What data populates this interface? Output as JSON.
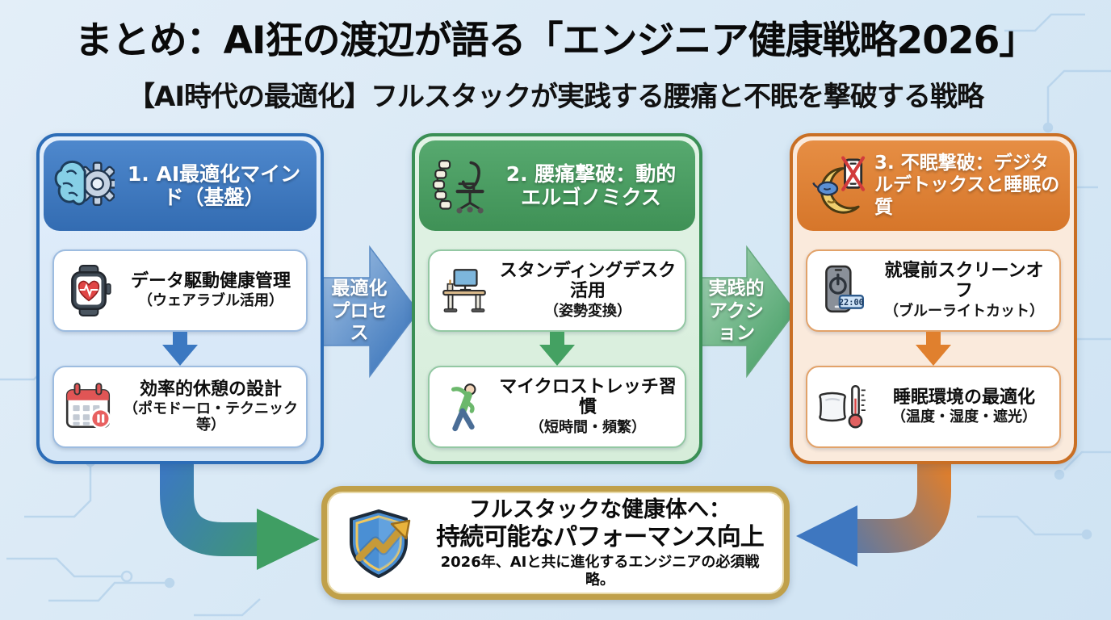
{
  "header": {
    "title": "まとめ：AI狂の渡辺が語る「エンジニア健康戦略2026」",
    "subtitle": "【AI時代の最適化】フルスタックが実践する腰痛と不眠を撃破する戦略"
  },
  "columns": [
    {
      "number_title": "1. AI最適化マインド（基盤）",
      "icon": "brain-gear-icon",
      "accent": "#2d6db7",
      "header_bg": "#3b78c1",
      "body_bg": "#dcebf8",
      "cards": [
        {
          "icon": "smartwatch-heart-icon",
          "title": "データ駆動健康管理",
          "note": "（ウェアラブル活用）"
        },
        {
          "icon": "calendar-pause-icon",
          "title": "効率的休憩の設計",
          "note": "（ポモドーロ・テクニック等）"
        }
      ]
    },
    {
      "number_title": "2. 腰痛撃破：動的エルゴノミクス",
      "icon": "spine-chair-icon",
      "accent": "#3a8f55",
      "header_bg": "#4d9f66",
      "body_bg": "#def0e2",
      "cards": [
        {
          "icon": "standing-desk-icon",
          "title": "スタンディングデスク活用",
          "note": "（姿勢変換）"
        },
        {
          "icon": "stretch-person-icon",
          "title": "マイクロストレッチ習慣",
          "note": "（短時間・頻繁）"
        }
      ]
    },
    {
      "number_title": "3. 不眠撃破：デジタルデトックスと睡眠の質",
      "icon": "moon-digital-detox-icon",
      "accent": "#c96f24",
      "header_bg": "#e08234",
      "body_bg": "#faeadc",
      "cards": [
        {
          "icon": "phone-screen-off-icon",
          "title": "就寝前スクリーンオフ",
          "note": "（ブルーライトカット）",
          "clock": "22:00"
        },
        {
          "icon": "pillow-thermometer-icon",
          "title": "睡眠環境の最適化",
          "note": "（温度・湿度・遮光）"
        }
      ]
    }
  ],
  "flow_arrows": [
    {
      "line1": "最適化",
      "line2": "プロセス",
      "color_from": "#a9c6e6",
      "color_to": "#2e6cb6"
    },
    {
      "line1": "実践的",
      "line2": "アクション",
      "color_from": "#a9d6b8",
      "color_to": "#3e9a5f"
    }
  ],
  "conclusion": {
    "icon": "shield-growth-icon",
    "title_line1": "フルスタックな健康体へ：",
    "title_line2": "持続可能なパフォーマンス向上",
    "subtitle": "2026年、AIと共に進化するエンジニアの必須戦略。",
    "border_color": "#c0a04a"
  },
  "colors": {
    "background": "#d9e9f6",
    "column1_accent": "#2d6db7",
    "column2_accent": "#3a8f55",
    "column3_accent": "#c96f24",
    "gold_border": "#c0a04a",
    "circuit_lines": "#b8d4ec"
  }
}
